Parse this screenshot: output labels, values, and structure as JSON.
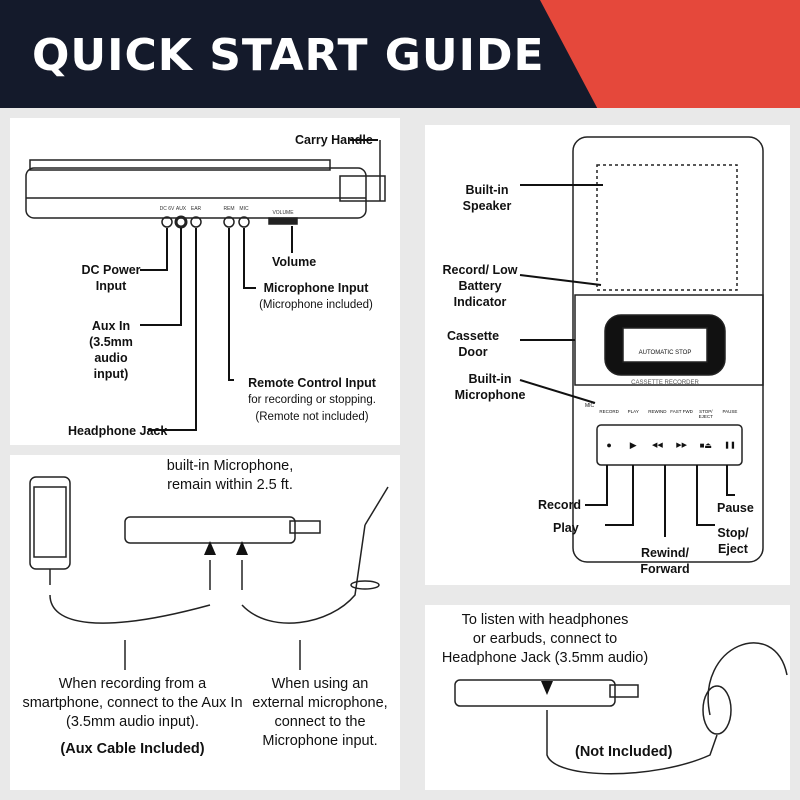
{
  "header": {
    "title": "QUICK START GUIDE"
  },
  "panel_top_left": {
    "device_ports": [
      "DC 6V",
      "AUX",
      "EAR",
      "REM",
      "MIC",
      "VOLUME"
    ],
    "labels": {
      "carry_handle": "Carry Handle",
      "volume": "Volume",
      "dc_power": "DC Power Input",
      "mic_input": "Microphone Input",
      "mic_input_sub": "(Microphone included)",
      "aux_in": "Aux In (3.5mm audio input)",
      "remote": "Remote Control Input",
      "remote_sub1": "for recording or stopping.",
      "remote_sub2": "(Remote not included)",
      "headphone": "Headphone Jack"
    }
  },
  "panel_bottom_left": {
    "top_text1": "built-in Microphone,",
    "top_text2": "remain within 2.5 ft.",
    "left_text": "When recording from a smartphone, connect to the Aux In (3.5mm audio input).",
    "left_bold": "(Aux Cable Included)",
    "right_text": "When using an external microphone, connect to the Microphone input."
  },
  "panel_right": {
    "labels": {
      "speaker": "Built-in Speaker",
      "record_led": "Record/ Low Battery Indicator",
      "door": "Cassette Door",
      "mic": "Built-in Microphone",
      "record": "Record",
      "play": "Play",
      "rewind": "Rewind/ Forward",
      "pause": "Pause",
      "stop": "Stop/ Eject"
    },
    "device_text": {
      "auto_stop": "AUTOMATIC STOP",
      "brand": "CASSETTE RECORDER",
      "mic": "MIC"
    },
    "buttons": [
      "RECORD",
      "PLAY",
      "REWIND",
      "FAST FWD",
      "STOP/ EJECT",
      "PAUSE"
    ],
    "button_icons": [
      "●",
      "▶",
      "◀◀",
      "▶▶",
      "■⏏",
      "❚❚"
    ]
  },
  "panel_headphones": {
    "text1": "To listen with headphones",
    "text2": "or earbuds, connect to",
    "text3": "Headphone Jack (3.5mm audio)",
    "bold": "(Not Included)"
  }
}
